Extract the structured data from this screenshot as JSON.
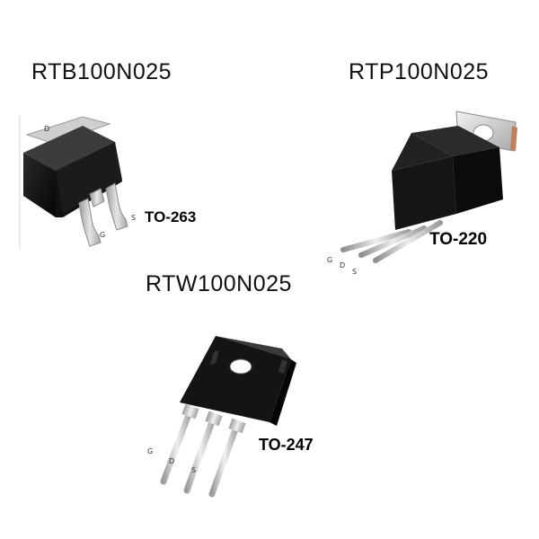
{
  "packages": [
    {
      "part_number": "RTB100N025",
      "package": "TO-263",
      "pin_labels": {
        "drain": "D",
        "gate": "G",
        "source": "S"
      }
    },
    {
      "part_number": "RTP100N025",
      "package": "TO-220",
      "pin_labels": {
        "gate": "G",
        "drain": "D",
        "source": "S"
      }
    },
    {
      "part_number": "RTW100N025",
      "package": "TO-247",
      "pin_labels": {
        "gate": "G",
        "drain": "D",
        "source": "S"
      }
    }
  ]
}
